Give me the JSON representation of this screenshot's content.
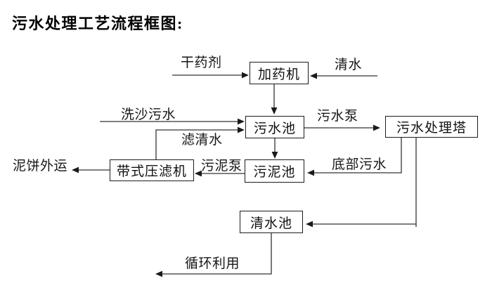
{
  "title": "污水处理工艺流程框图:",
  "colors": {
    "line": "#333333",
    "box_border": "#1c1c1c",
    "text": "#111111",
    "background": "#ffffff"
  },
  "diagram": {
    "nodes": [
      {
        "id": "dosing-machine",
        "label": "加药机"
      },
      {
        "id": "sewage-pool",
        "label": "污水池"
      },
      {
        "id": "sewage-treatment-tower",
        "label": "污水处理塔"
      },
      {
        "id": "sludge-pool",
        "label": "污泥池"
      },
      {
        "id": "belt-filter-press",
        "label": "带式压滤机"
      },
      {
        "id": "clear-water-pool",
        "label": "清水池"
      }
    ],
    "edge_labels": [
      {
        "id": "dry-agent",
        "label": "干药剂",
        "to": "加药机"
      },
      {
        "id": "clear-water",
        "label": "清水",
        "to": "加药机"
      },
      {
        "id": "sand-washing-sewage",
        "label": "洗沙污水",
        "to": "污水池"
      },
      {
        "id": "sewage-pump",
        "label": "污水泵",
        "from": "污水池",
        "to": "污水处理塔"
      },
      {
        "id": "filtered-water",
        "label": "滤清水",
        "from": "带式压滤机",
        "to": "污水池"
      },
      {
        "id": "sludge-pump",
        "label": "污泥泵",
        "from": "污泥池",
        "to": "带式压滤机"
      },
      {
        "id": "bottom-sewage",
        "label": "底部污水",
        "from": "污水处理塔",
        "to": "污泥池"
      },
      {
        "id": "mud-cake-outbound",
        "label": "泥饼外运",
        "from": "带式压滤机"
      },
      {
        "id": "recycling",
        "label": "循环利用",
        "from": "清水池"
      }
    ],
    "unlabeled_edges": [
      {
        "from": "加药机",
        "to": "污水池"
      },
      {
        "from": "污水池",
        "to": "污泥池"
      },
      {
        "from": "污水处理塔",
        "to": "清水池"
      }
    ]
  }
}
